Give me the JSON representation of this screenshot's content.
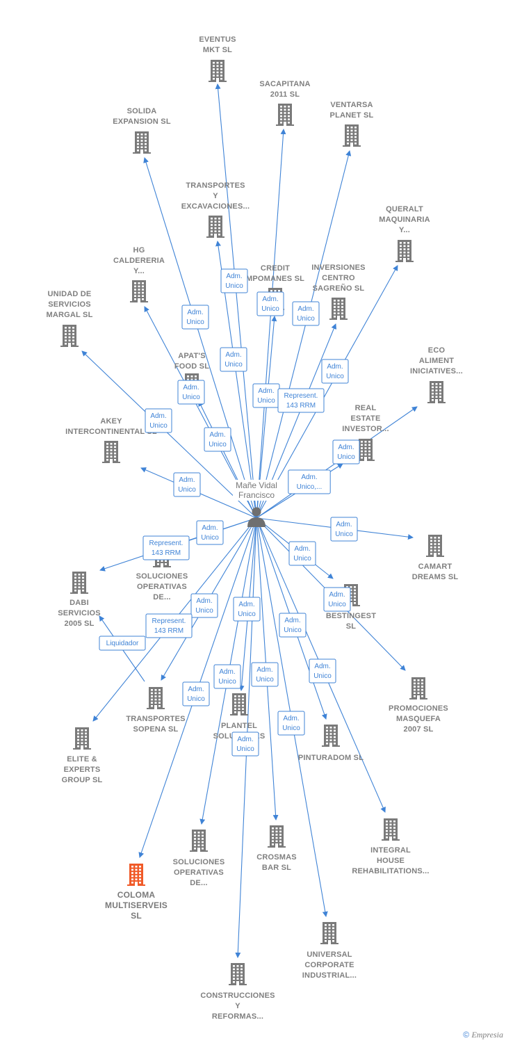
{
  "center": {
    "lines": [
      "Mañe Vidal",
      "Francisco"
    ]
  },
  "colors": {
    "edge": "#3f83d6",
    "building": "#7a7a7a",
    "highlight": "#f05a28",
    "label": "#7f7f7f"
  },
  "nodes": [
    {
      "id": "eventus",
      "lines": [
        "EVENTUS",
        "MKT  SL"
      ]
    },
    {
      "id": "sacapitana",
      "lines": [
        "SACAPITANA",
        "2011 SL"
      ]
    },
    {
      "id": "ventarsa",
      "lines": [
        "VENTARSA",
        "PLANET SL"
      ]
    },
    {
      "id": "solida",
      "lines": [
        "SOLIDA",
        "EXPANSION  SL"
      ]
    },
    {
      "id": "transportes-exc",
      "lines": [
        "TRANSPORTES",
        "Y",
        "EXCAVACIONES..."
      ]
    },
    {
      "id": "queralt",
      "lines": [
        "QUERALT",
        "MAQUINARIA",
        "Y..."
      ]
    },
    {
      "id": "hg",
      "lines": [
        "HG",
        "CALDERERIA",
        "Y..."
      ]
    },
    {
      "id": "credit",
      "lines": [
        "CREDIT",
        "MPOMANES SL"
      ]
    },
    {
      "id": "inversiones",
      "lines": [
        "INVERSIONES",
        "CENTRO",
        "SAGREÑO  SL"
      ]
    },
    {
      "id": "unidad",
      "lines": [
        "UNIDAD DE",
        "SERVICIOS",
        "MARGAL SL"
      ]
    },
    {
      "id": "eco",
      "lines": [
        "ECO",
        "ALIMENT",
        "INICIATIVES..."
      ]
    },
    {
      "id": "apats",
      "lines": [
        "APAT'S",
        "FOOD  SL"
      ]
    },
    {
      "id": "real",
      "lines": [
        "REAL",
        "ESTATE",
        "INVESTOR..."
      ]
    },
    {
      "id": "akey",
      "lines": [
        "AKEY",
        "INTERCONTINENTAL SL"
      ]
    },
    {
      "id": "camart",
      "lines": [
        "CAMART",
        "DREAMS SL"
      ]
    },
    {
      "id": "soluciones1",
      "lines": [
        "SOLUCIONES",
        "OPERATIVAS",
        "DE..."
      ]
    },
    {
      "id": "dabi",
      "lines": [
        "DABI",
        "SERVICIOS",
        "2005 SL"
      ]
    },
    {
      "id": "bestingest",
      "lines": [
        "BESTINGEST",
        "SL"
      ]
    },
    {
      "id": "promociones",
      "lines": [
        "PROMOCIONES",
        "MASQUEFA",
        "2007 SL"
      ]
    },
    {
      "id": "sopena",
      "lines": [
        "TRANSPORTES",
        "SOPENA SL"
      ]
    },
    {
      "id": "plantel",
      "lines": [
        "PLANTEL",
        "SOLUCIONES"
      ]
    },
    {
      "id": "elite",
      "lines": [
        "ELITE &",
        "EXPERTS",
        "GROUP  SL"
      ]
    },
    {
      "id": "pinturadom",
      "lines": [
        "PINTURADOM SL"
      ]
    },
    {
      "id": "integral",
      "lines": [
        "INTEGRAL",
        "HOUSE",
        "REHABILITATIONS..."
      ]
    },
    {
      "id": "soluciones2",
      "lines": [
        "SOLUCIONES",
        "OPERATIVAS",
        "DE..."
      ]
    },
    {
      "id": "crosmas",
      "lines": [
        "CROSMAS",
        "BAR SL"
      ]
    },
    {
      "id": "coloma",
      "lines": [
        "COLOMA",
        "MULTISERVEIS",
        "SL"
      ],
      "highlight": true
    },
    {
      "id": "universal",
      "lines": [
        "UNIVERSAL",
        "CORPORATE",
        "INDUSTRIAL..."
      ]
    },
    {
      "id": "construcciones",
      "lines": [
        "CONSTRUCCIONES",
        "Y",
        "REFORMAS..."
      ]
    }
  ],
  "edges": [
    {
      "to": "eventus",
      "label": [
        "Adm.",
        "Unico"
      ]
    },
    {
      "to": "sacapitana",
      "label": [
        "Adm.",
        "Unico"
      ]
    },
    {
      "to": "ventarsa",
      "label": [
        "Adm.",
        "Unico"
      ]
    },
    {
      "to": "solida",
      "label": [
        "Adm.",
        "Unico"
      ]
    },
    {
      "to": "transportes-exc",
      "label": [
        "Adm.",
        "Unico"
      ]
    },
    {
      "to": "queralt",
      "label": [
        "Adm.",
        "Unico"
      ]
    },
    {
      "to": "hg",
      "label": [
        "Adm.",
        "Unico"
      ]
    },
    {
      "to": "credit",
      "label": [
        "Adm.",
        "Unico"
      ]
    },
    {
      "to": "inversiones",
      "label": [
        "Represent.",
        "143 RRM"
      ]
    },
    {
      "to": "unidad",
      "label": [
        "Adm.",
        "Unico"
      ]
    },
    {
      "to": "eco",
      "label": [
        "Adm.",
        "Unico"
      ]
    },
    {
      "to": "apats",
      "label": [
        "Adm.",
        "Unico"
      ]
    },
    {
      "to": "real",
      "label": [
        "Adm.",
        "Unico,..."
      ]
    },
    {
      "to": "akey",
      "label": [
        "Adm.",
        "Unico"
      ]
    },
    {
      "to": "camart",
      "label": [
        "Adm.",
        "Unico"
      ]
    },
    {
      "to": "soluciones1",
      "label": [
        "Adm.",
        "Unico"
      ]
    },
    {
      "to": "dabi",
      "label": [
        "Represent.",
        "143 RRM"
      ]
    },
    {
      "to": "bestingest",
      "label": [
        "Adm.",
        "Unico"
      ]
    },
    {
      "to": "promociones",
      "label": [
        "Adm.",
        "Unico"
      ]
    },
    {
      "to": "sopena",
      "label": [
        "Adm.",
        "Unico"
      ]
    },
    {
      "to": "plantel",
      "label": [
        "Adm.",
        "Unico"
      ]
    },
    {
      "to": "elite",
      "label": [
        "Represent.",
        "143 RRM"
      ]
    },
    {
      "to": "pinturadom",
      "label": [
        "Adm.",
        "Unico"
      ]
    },
    {
      "to": "integral",
      "label": [
        "Adm.",
        "Unico"
      ]
    },
    {
      "to": "soluciones2",
      "label": [
        "Adm.",
        "Unico"
      ]
    },
    {
      "to": "crosmas",
      "label": [
        "Adm.",
        "Unico"
      ]
    },
    {
      "to": "coloma",
      "label": [
        "Adm.",
        "Unico"
      ]
    },
    {
      "to": "universal",
      "label": [
        "Adm.",
        "Unico"
      ]
    },
    {
      "to": "construcciones",
      "label": [
        "Adm.",
        "Unico"
      ]
    },
    {
      "from": "sopena",
      "to": "dabi",
      "label": [
        "Liquidador"
      ]
    }
  ],
  "footer": {
    "copyright": "©",
    "brand": "Empresia"
  }
}
